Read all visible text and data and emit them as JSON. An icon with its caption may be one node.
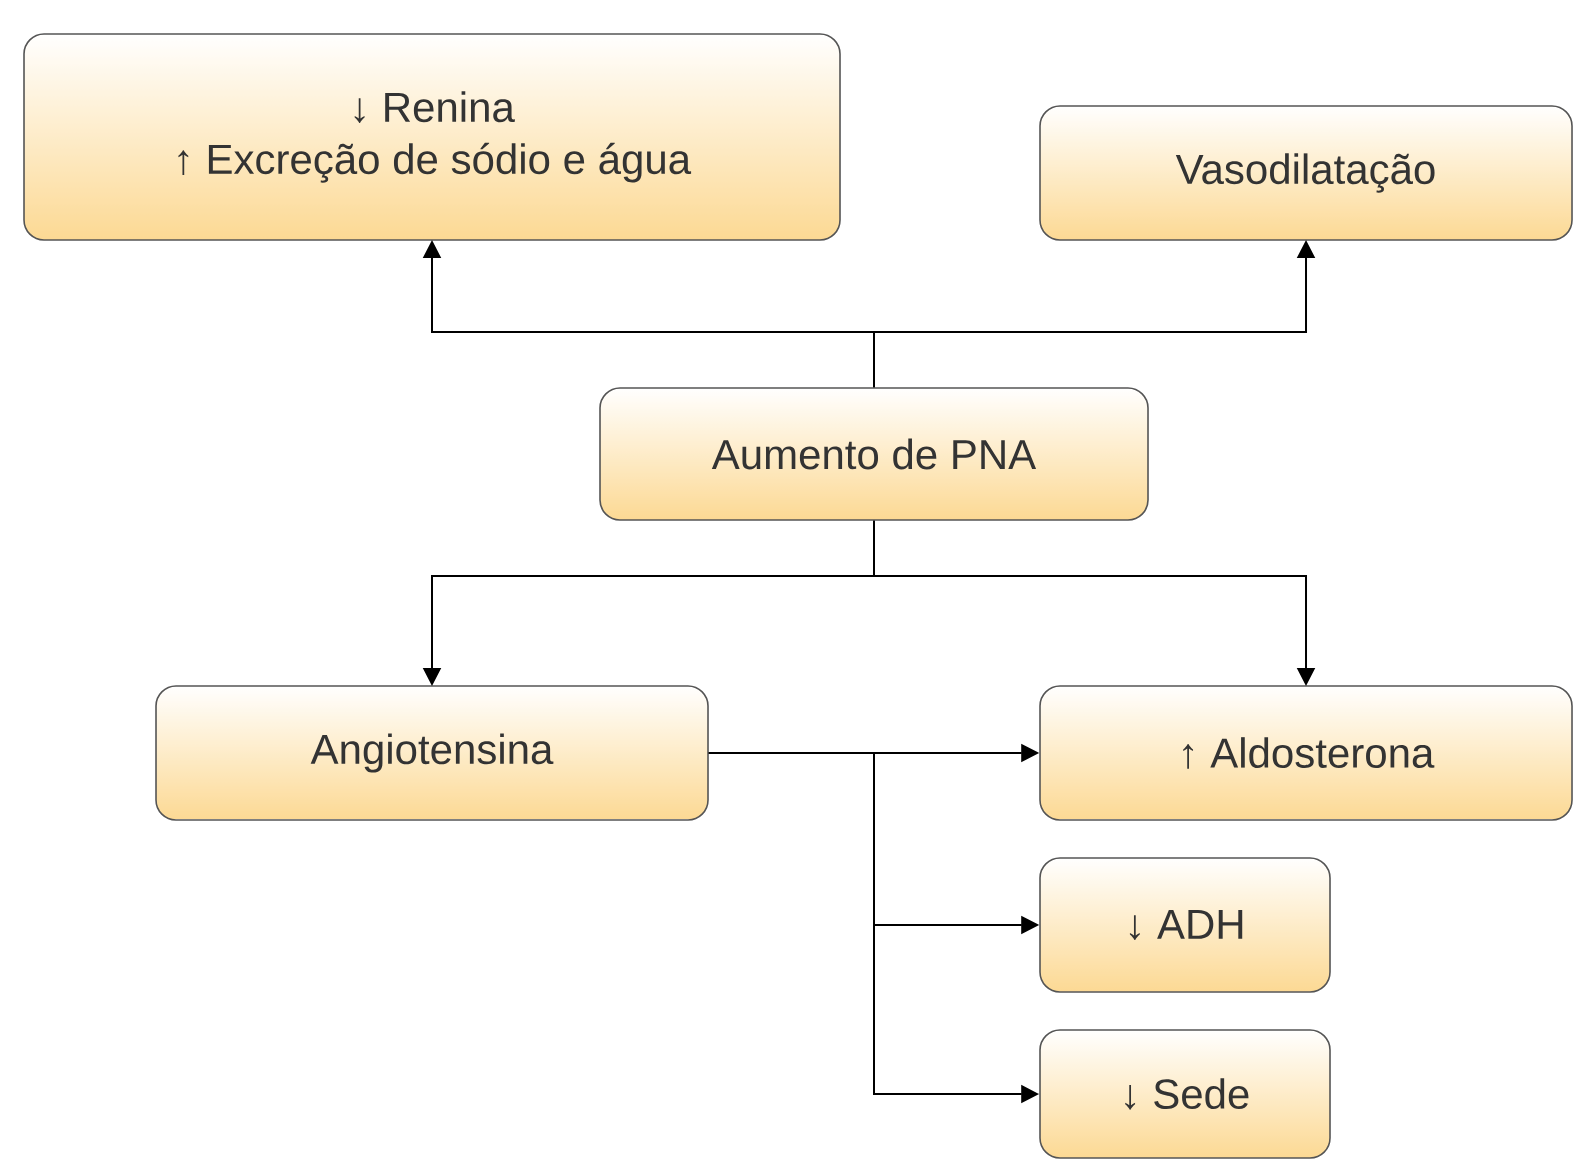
{
  "diagram": {
    "nodes": [
      {
        "text": [
          "↓ Renina",
          "↑ Excreção de sódio e água"
        ]
      },
      {
        "text": [
          "Vasodilatação"
        ]
      },
      {
        "text": [
          "Aumento de PNA"
        ]
      },
      {
        "text": [
          "Angiotensina"
        ]
      },
      {
        "text": [
          "↑ Aldosterona"
        ]
      },
      {
        "text": [
          "↓ ADH"
        ]
      },
      {
        "text": [
          "↓ Sede"
        ]
      }
    ],
    "edges": [
      {
        "from": 2,
        "to": 0,
        "arrow": "to"
      },
      {
        "from": 2,
        "to": 1,
        "arrow": "to"
      },
      {
        "from": 2,
        "to": 3,
        "arrow": "to"
      },
      {
        "from": 2,
        "to": 4,
        "arrow": "to"
      },
      {
        "from": 3,
        "to": 4,
        "arrow": "to"
      },
      {
        "from": 3,
        "to": 5,
        "arrow": "to"
      },
      {
        "from": 3,
        "to": 6,
        "arrow": "to"
      }
    ]
  }
}
